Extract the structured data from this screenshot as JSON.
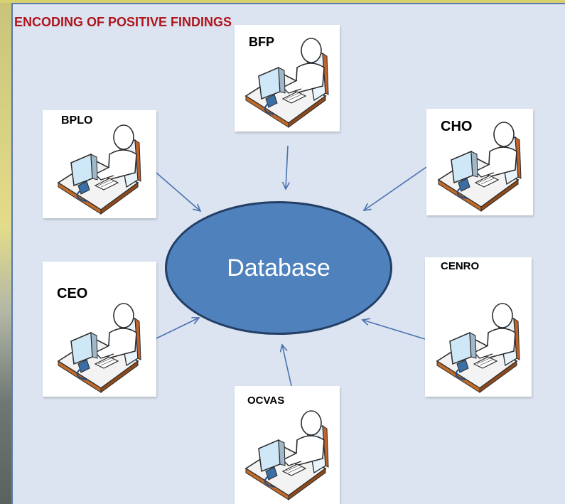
{
  "title": "ENCODING OF POSITIVE FINDINGS",
  "center": {
    "label": "Database"
  },
  "stations": [
    {
      "id": "bfp",
      "label": "BFP",
      "icon": "workstation-user-icon"
    },
    {
      "id": "bplo",
      "label": "BPLO",
      "icon": "workstation-user-icon"
    },
    {
      "id": "cho",
      "label": "CHO",
      "icon": "workstation-user-icon"
    },
    {
      "id": "ceo",
      "label": "CEO",
      "icon": "workstation-user-icon"
    },
    {
      "id": "cenro",
      "label": "CENRO",
      "icon": "workstation-user-icon"
    },
    {
      "id": "ocvas",
      "label": "OCVAS",
      "icon": "workstation-user-icon"
    }
  ],
  "colors": {
    "title": "#b0141c",
    "database_fill": "#4f81bd",
    "database_border": "#233f66",
    "arrow": "#4a72b0",
    "panel": "#dbe4f0"
  }
}
